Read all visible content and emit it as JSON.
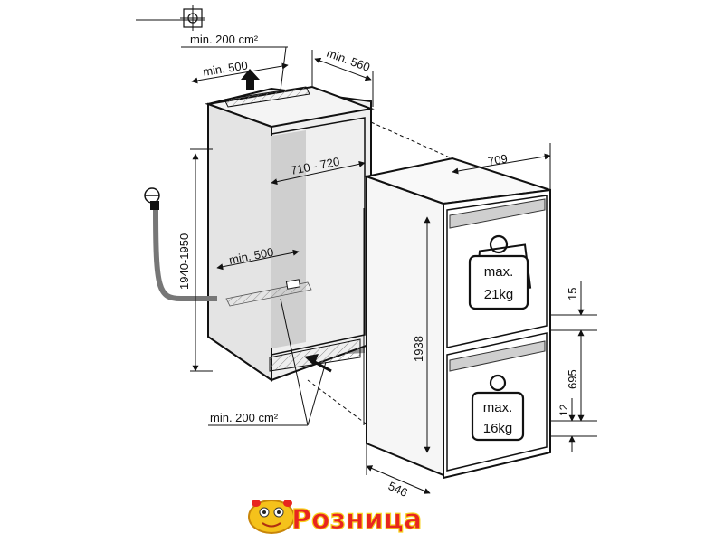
{
  "labels": {
    "top_vent": "min. 200 cm²",
    "top_width": "min. 500",
    "depth": "min. 560",
    "niche_width": "710 - 720",
    "niche_height": "1940-1950",
    "floor_depth": "min. 500",
    "bottom_vent": "min. 200 cm²",
    "appliance_width": "709",
    "appliance_height": "1938",
    "appliance_depth": "546",
    "gap_top": "15",
    "lower_section": "695",
    "gap_bottom": "12"
  },
  "loads": {
    "upper": {
      "max": "max.",
      "weight": "21kg"
    },
    "lower": {
      "max": "max.",
      "weight": "16kg"
    }
  },
  "logo": {
    "text": "Розница",
    "colors": {
      "fill": "#e8251f",
      "outline": "#f7d21c",
      "mascot": "#f5c21b"
    }
  },
  "icons": [
    "ground-symbol-icon",
    "water-tap-icon",
    "weight-icon"
  ]
}
